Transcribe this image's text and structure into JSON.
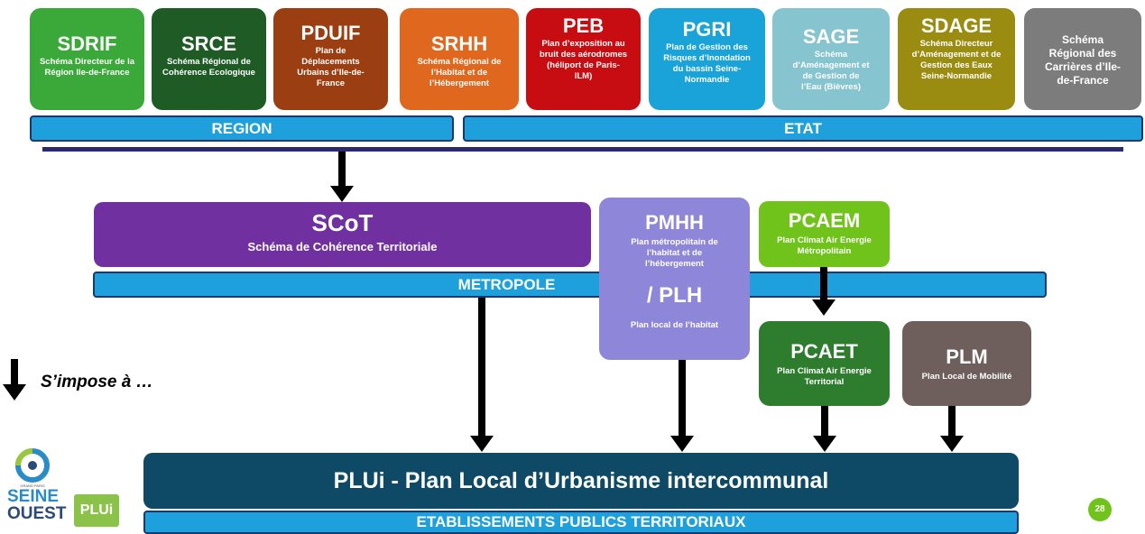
{
  "top_boxes": [
    {
      "abbr": "SDRIF",
      "full": "Schéma Directeur de la Région Ile-de-France",
      "color": "#3aa93a"
    },
    {
      "abbr": "SRCE",
      "full": "Schéma Régional de Cohérence Ecologique",
      "color": "#1e5b25"
    },
    {
      "abbr": "PDUIF",
      "full": "Plan de Déplacements Urbains d’Ile-de-France",
      "color": "#9b3e12"
    },
    {
      "abbr": "SRHH",
      "full": "Schéma Régional de l’Habitat et de l’Hébergement",
      "color": "#e0681e"
    },
    {
      "abbr": "PEB",
      "full": "Plan d’exposition au bruit des aérodromes (héliport de Paris-ILM)",
      "color": "#c80d12"
    },
    {
      "abbr": "PGRI",
      "full": "Plan de Gestion des Risques d’Inondation du bassin Seine-Normandie",
      "color": "#1aa3d8"
    },
    {
      "abbr": "SAGE",
      "full": "Schéma d’Aménagement et de Gestion de l’Eau (Bièvres)",
      "color": "#86c4cf"
    },
    {
      "abbr": "SDAGE",
      "full": "Schéma Directeur d’Aménagement et de Gestion des Eaux Seine-Normandie",
      "color": "#9a8c10"
    },
    {
      "abbr": "",
      "full": "Schéma Régional des Carrières d’Ile-de-France",
      "color": "#7c7c7c"
    }
  ],
  "bars": {
    "region": "REGION",
    "etat": "ETAT",
    "metropole": "METROPOLE",
    "ept": "ETABLISSEMENTS PUBLICS TERRITORIAUX"
  },
  "scot": {
    "abbr": "SCoT",
    "full": "Schéma de Cohérence Territoriale",
    "color": "#7030a0"
  },
  "pmhh": {
    "abbr": "PMHH",
    "full": "Plan métropolitain de l’habitat et de l’hébergement",
    "plh_abbr": "/ PLH",
    "plh_full": "Plan local de l’habitat",
    "color": "#8e86d8"
  },
  "pcaem": {
    "abbr": "PCAEM",
    "full": "Plan Climat Air Energie Métropolitain",
    "color": "#6fc31b"
  },
  "pcaet": {
    "abbr": "PCAET",
    "full": "Plan Climat Air Energie Territorial",
    "color": "#2e7d2e"
  },
  "plm": {
    "abbr": "PLM",
    "full": "Plan Local de Mobilité",
    "color": "#6e5e5c"
  },
  "plui": {
    "label": "PLUi - Plan Local d’Urbanisme intercommunal",
    "color": "#0e4a66"
  },
  "legend": {
    "text": "S’impose à …"
  },
  "logos": {
    "seine_small": "GRAND PARIS",
    "seine_line1": "SEINE",
    "seine_line2": "OUEST",
    "plui": "PLUi"
  },
  "page_number": "28"
}
